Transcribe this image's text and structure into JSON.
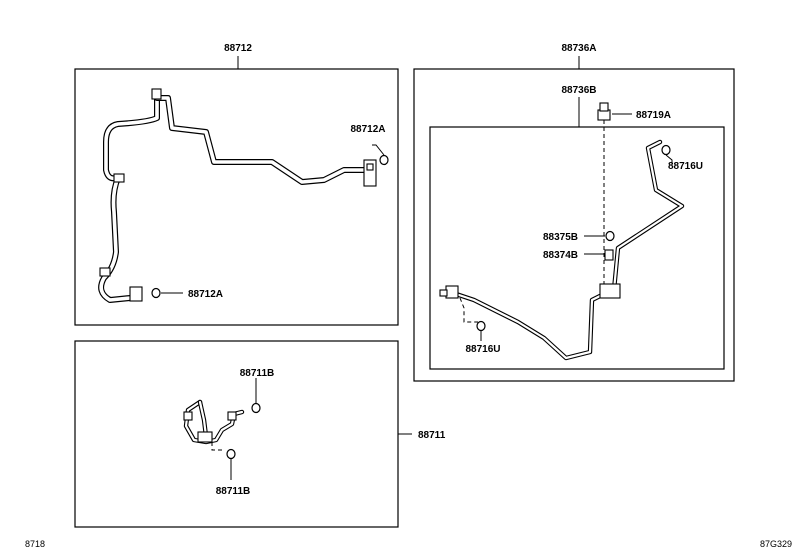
{
  "labels": {
    "p88712": "88712",
    "p88712A_top": "88712A",
    "p88712A_bottom": "88712A",
    "p88736A": "88736A",
    "p88736B": "88736B",
    "p88719A": "88719A",
    "p88716U_top": "88716U",
    "p88375B": "88375B",
    "p88374B": "88374B",
    "p88716U_bottom": "88716U",
    "p88711B_top": "88711B",
    "p88711": "88711",
    "p88711B_bottom": "88711B"
  },
  "footer": {
    "left_code": "8718",
    "right_code": "87G329"
  }
}
